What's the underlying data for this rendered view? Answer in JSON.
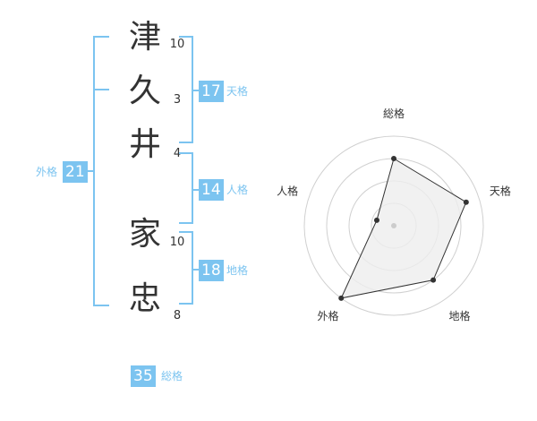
{
  "name": {
    "characters": [
      {
        "char": "津",
        "strokes": "10"
      },
      {
        "char": "久",
        "strokes": "3"
      },
      {
        "char": "井",
        "strokes": "4"
      },
      {
        "char": "家",
        "strokes": "10"
      },
      {
        "char": "忠",
        "strokes": "8"
      }
    ]
  },
  "scores": {
    "tenkaku": {
      "value": "17",
      "label": "天格"
    },
    "jinkaku": {
      "value": "14",
      "label": "人格"
    },
    "chikaku": {
      "value": "18",
      "label": "地格"
    },
    "gaikaku": {
      "value": "21",
      "label": "外格"
    },
    "soukaku": {
      "value": "35",
      "label": "総格"
    }
  },
  "chart_data": {
    "type": "radar",
    "axes": [
      "総格",
      "天格",
      "地格",
      "外格",
      "人格"
    ],
    "values": [
      0.75,
      0.85,
      0.75,
      1.0,
      0.2
    ],
    "rings": 4,
    "color": "#333333",
    "fill": "#eeeeee"
  }
}
